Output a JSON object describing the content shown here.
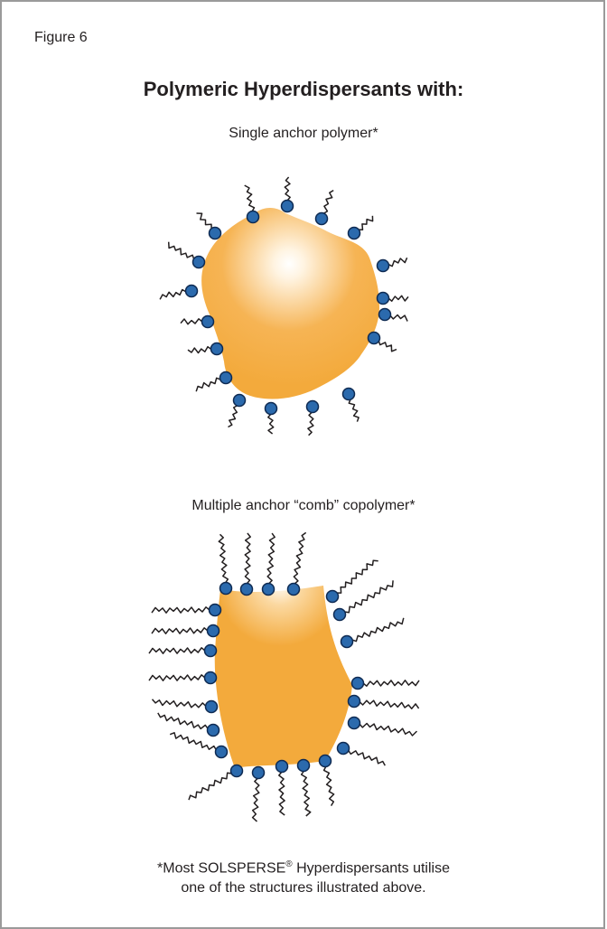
{
  "figure_label": "Figure 6",
  "title": "Polymeric Hyperdispersants with:",
  "panels": [
    {
      "subtitle": "Single anchor polymer*"
    },
    {
      "subtitle": "Multiple anchor “comb” copolymer*"
    }
  ],
  "footnote": {
    "line1_before": "*Most SOLSPERSE",
    "line1_sup": "®",
    "line1_after": " Hyperdispersants utilise",
    "line2": "one of the structures illustrated above."
  },
  "colors": {
    "particle": "#f3aa3c",
    "particle_highlight": "#fff6e6",
    "anchor": "#2b6aad",
    "anchor_stroke": "#0e2a52",
    "chain": "#231f20",
    "frame": "#9a9a9a"
  }
}
